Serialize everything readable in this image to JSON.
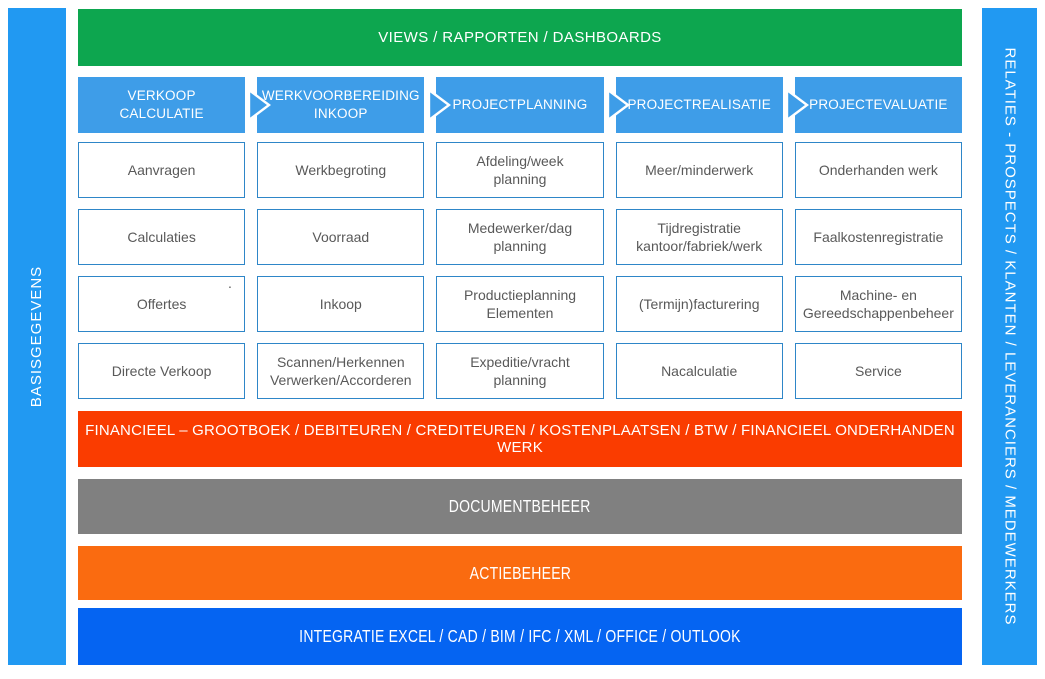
{
  "palette": {
    "sidebar_blue": "#2199F2",
    "header_blue": "#3E9DE8",
    "green": "#0DA64F",
    "red": "#FA3C00",
    "gray": "#808080",
    "orange": "#FA6B10",
    "bottom_blue": "#0564F2",
    "box_border": "#2E86C8",
    "box_text": "#595959"
  },
  "left_bar": {
    "label": "BASISGEGEVENS"
  },
  "right_bar": {
    "label": "RELATIES - PROSPECTS / KLANTEN / LEVERANCIERS / MEDEWERKERS"
  },
  "top_bar": {
    "label": "VIEWS / RAPPORTEN / DASHBOARDS"
  },
  "process_columns": [
    {
      "header": "VERKOOP\nCALCULATIE",
      "items": [
        "Aanvragen",
        "Calculaties",
        "Offertes",
        "Directe Verkoop"
      ]
    },
    {
      "header": "WERKVOORBEREIDING\nINKOOP",
      "items": [
        "Werkbegroting",
        "Voorraad",
        "Inkoop",
        "Scannen/Herkennen\nVerwerken/Accorderen"
      ]
    },
    {
      "header": "PROJECTPLANNING",
      "items": [
        "Afdeling/week\nplanning",
        "Medewerker/dag\nplanning",
        "Productieplanning\nElementen",
        "Expeditie/vracht\nplanning"
      ]
    },
    {
      "header": "PROJECTREALISATIE",
      "items": [
        "Meer/minderwerk",
        "Tijdregistratie\nkantoor/fabriek/werk",
        "(Termijn)facturering",
        "Nacalculatie"
      ]
    },
    {
      "header": "PROJECTEVALUATIE",
      "items": [
        "Onderhanden werk",
        "Faalkostenregistratie",
        "Machine- en\nGereedschappenbeheer",
        "Service"
      ]
    }
  ],
  "bands": {
    "financieel": "FINANCIEEL – GROOTBOEK / DEBITEUREN / CREDITEUREN / KOSTENPLAATSEN / BTW / FINANCIEEL ONDERHANDEN WERK",
    "documentbeheer": "DOCUMENTBEHEER",
    "actiebeheer": "ACTIEBEHEER",
    "integratie": "INTEGRATIE EXCEL / CAD / BIM / IFC / XML / OFFICE / OUTLOOK"
  },
  "stray_mark": "."
}
